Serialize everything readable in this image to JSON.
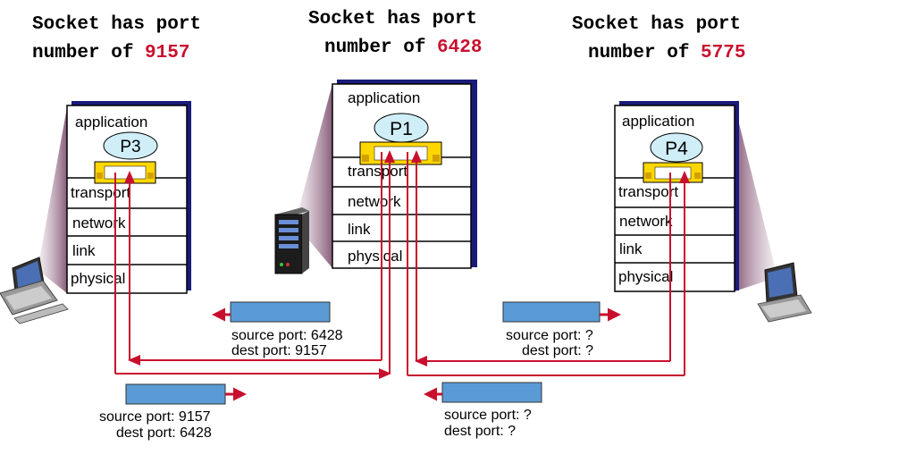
{
  "captions": {
    "left": {
      "line1": "Socket has port",
      "line2_prefix": "number of ",
      "port": "9157"
    },
    "middle": {
      "line1": "Socket has port",
      "line2_prefix": "number of ",
      "port": "6428"
    },
    "right": {
      "line1": "Socket has port",
      "line2_prefix": "number of ",
      "port": "5775"
    }
  },
  "stacks": {
    "left": {
      "layers": [
        "application",
        "transport",
        "network",
        "link",
        "physical"
      ],
      "process": "P3"
    },
    "middle": {
      "layers": [
        "application",
        "transport",
        "network",
        "link",
        "physical"
      ],
      "process": "P1"
    },
    "right": {
      "layers": [
        "application",
        "transport",
        "network",
        "link",
        "physical"
      ],
      "process": "P4"
    }
  },
  "segments": [
    {
      "source": "source port: 6428",
      "dest": "dest port: 9157"
    },
    {
      "source": "source port: ?",
      "dest": "dest port: ?"
    },
    {
      "source": "source port: 9157",
      "dest": "dest port: 6428"
    },
    {
      "source": "source port: ?",
      "dest": "dest port: ?"
    }
  ],
  "colors": {
    "port_number": "#c8102e",
    "arrow": "#c8102e",
    "segment": "#5b9bd5",
    "socket": "#ffd700",
    "process": "#cfeef7",
    "stack_shadow": "#1a1a7a"
  }
}
